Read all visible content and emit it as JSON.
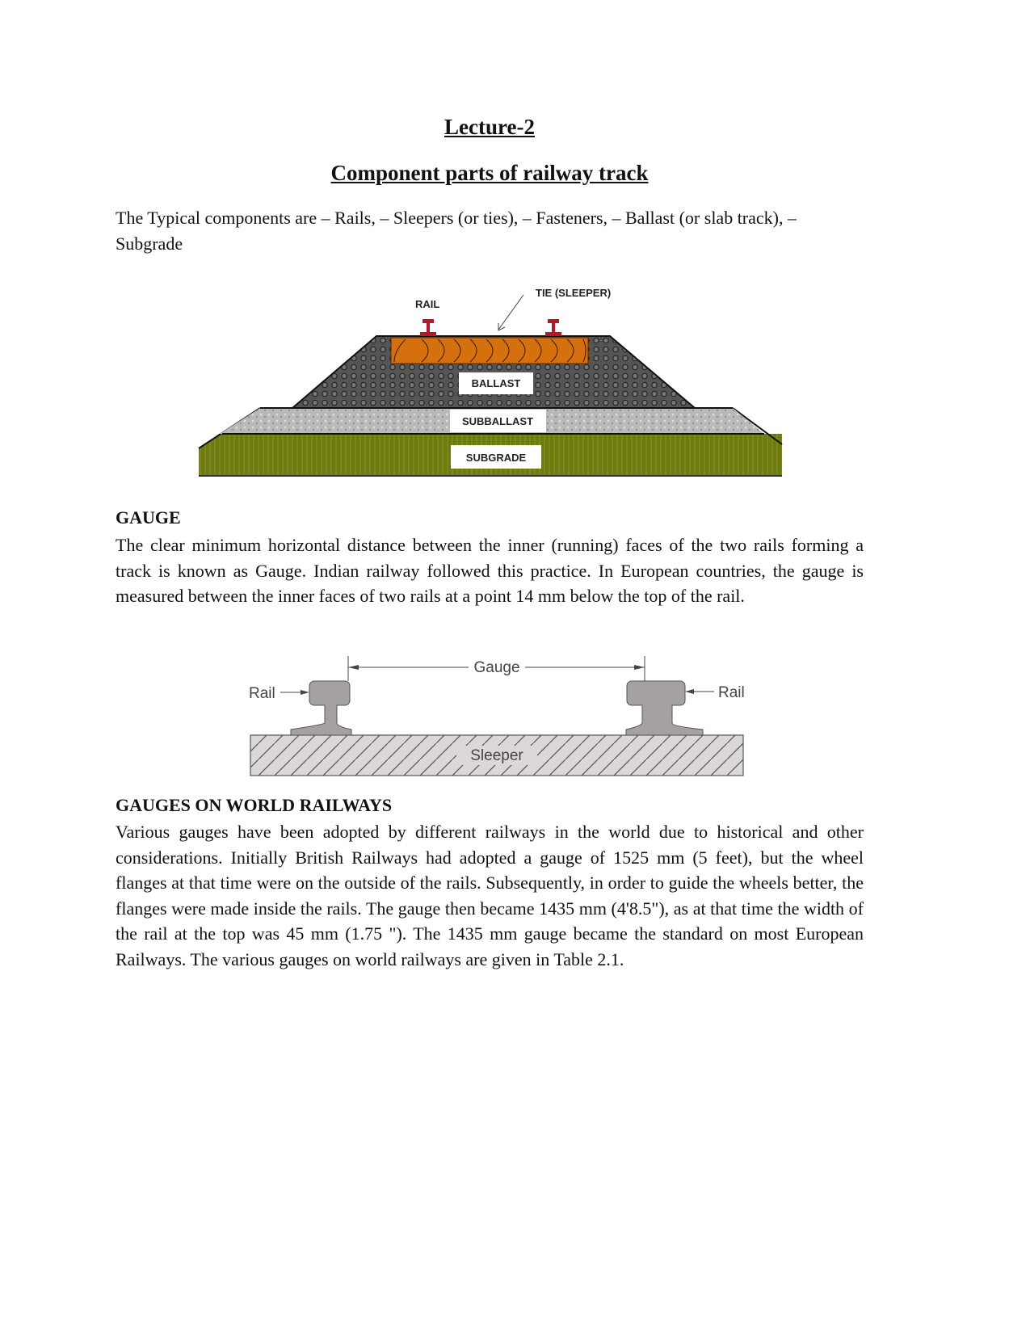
{
  "header": {
    "lecture": "Lecture-2",
    "title": "Component parts of railway track"
  },
  "intro": "The Typical components are – Rails, – Sleepers (or ties), – Fasteners, – Ballast (or slab track), – Subgrade",
  "figure1": {
    "rail": "RAIL",
    "tie": "TIE (SLEEPER)",
    "ballast": "BALLAST",
    "subballast": "SUBBALLAST",
    "subgrade": "SUBGRADE",
    "colors": {
      "sleeper": "#d4700e",
      "rail": "#b5182b",
      "ballast": "#5a5a5a",
      "subballast": "#b8b8b8",
      "subgrade": "#6e7a12"
    }
  },
  "gauge": {
    "heading": "GAUGE",
    "text": "The clear minimum horizontal distance between the inner (running) faces of the two rails forming a track is known as Gauge. Indian railway followed this practice. In European countries, the gauge is measured between the inner faces of two rails at a point 14 mm below the top of the rail."
  },
  "figure2": {
    "gauge": "Gauge",
    "rail_left": "Rail",
    "rail_right": "Rail",
    "sleeper": "Sleeper"
  },
  "world": {
    "heading": "GAUGES ON WORLD RAILWAYS",
    "text": "Various gauges have been adopted by different railways in the world due to historical and other considerations. Initially British Railways had adopted a gauge of 1525 mm (5 feet), but the wheel flanges at that time were on the outside of the rails. Subsequently, in order to guide the wheels better, the flanges were made inside the rails. The gauge then became 1435 mm (4'8.5\"), as at that time the width of the rail at the top was 45 mm (1.75 \"). The 1435 mm gauge became the standard on most European Railways. The various gauges on world railways are given in Table 2.1."
  }
}
